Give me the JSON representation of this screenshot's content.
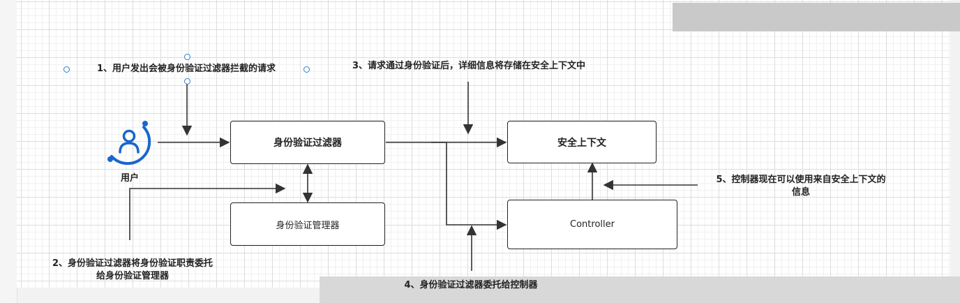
{
  "nodes": {
    "user": "用户",
    "auth_filter": "身份验证过滤器",
    "auth_manager": "身份验证管理器",
    "security_context": "安全上下文",
    "controller": "Controller"
  },
  "steps": {
    "step1": "1、用户发出会被身份验证过滤器拦截的请求",
    "step2_line1": "2、身份验证过滤器将身份验证职责委托",
    "step2_line2": "给身份验证管理器",
    "step3": "3、请求通过身份验证后，详细信息将存储在安全上下文中",
    "step4": "4、身份验证过滤器委托给控制器",
    "step5_line1": "5、控制器现在可以使用来自安全上下文的",
    "step5_line2": "信息"
  },
  "colors": {
    "user_icon": "#1a66cc",
    "line": "#333333",
    "handle": "#2a7fd4"
  }
}
